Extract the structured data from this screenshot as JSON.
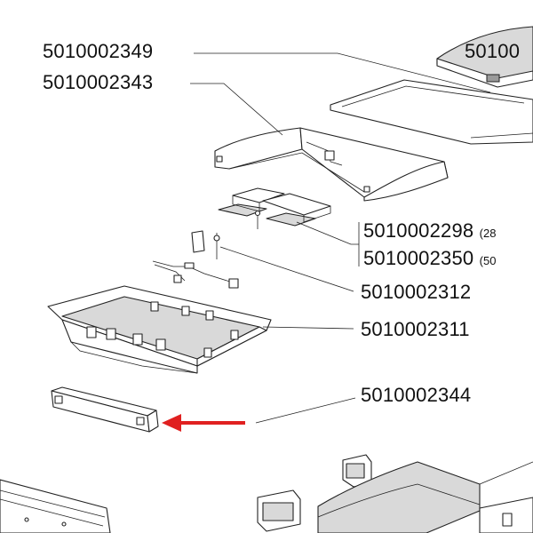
{
  "labels": {
    "p2349": "5010002349",
    "p2343": "5010002343",
    "p100": "50100",
    "p2298": "5010002298",
    "p2298_suffix": "(28",
    "p2350": "5010002350",
    "p2350_suffix": "(50",
    "p2312": "5010002312",
    "p2311": "5010002311",
    "p2344": "5010002344"
  },
  "colors": {
    "arrow": "#e02020",
    "line": "#222222"
  }
}
